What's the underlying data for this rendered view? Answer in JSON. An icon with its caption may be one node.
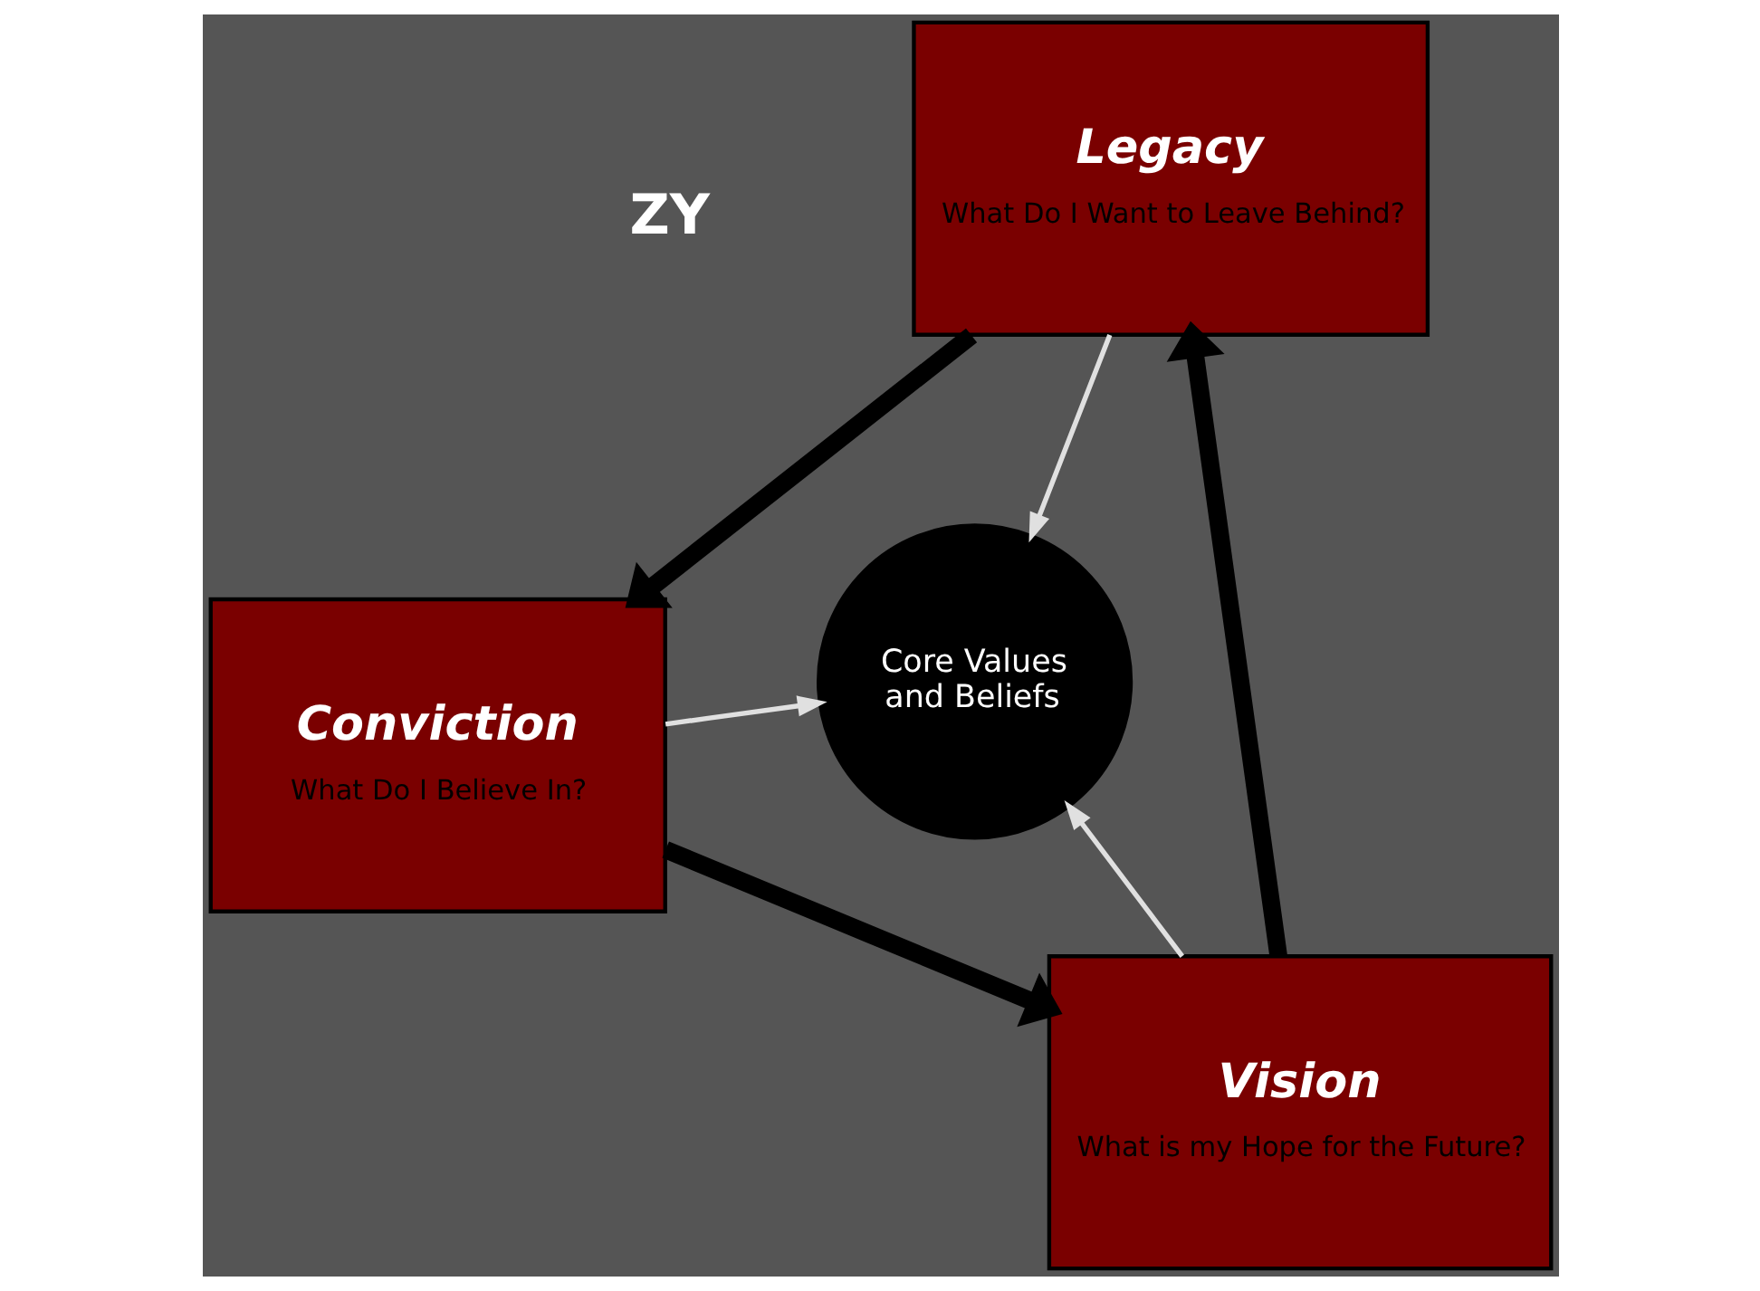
{
  "diagram": {
    "nodes": [
      {
        "text": [
          "Conviction",
          "What Do I Believe In?"
        ]
      },
      {
        "text": [
          "Core Values and Beliefs"
        ]
      },
      {
        "text": [
          "Vision",
          "What is my Hope for the Future?"
        ]
      },
      {
        "text": [
          "Legacy",
          "What Do I Want to Leave Behind?"
        ]
      }
    ],
    "edges": [
      {
        "from": 0,
        "to": 1,
        "arrow": "to",
        "color": "#e0e0e0"
      },
      {
        "from": 2,
        "to": 1,
        "arrow": "to",
        "color": "#e0e0e0"
      },
      {
        "from": 3,
        "to": 1,
        "arrow": "to",
        "color": "#e0e0e0"
      },
      {
        "from": 0,
        "to": 2,
        "arrow": "to",
        "style": "thick",
        "color": "#000000"
      },
      {
        "from": 2,
        "to": 3,
        "arrow": "to",
        "style": "thick",
        "color": "#000000"
      },
      {
        "from": 3,
        "to": 0,
        "arrow": "to",
        "style": "thick",
        "color": "#000000"
      }
    ],
    "labels": [
      "ZY"
    ]
  }
}
